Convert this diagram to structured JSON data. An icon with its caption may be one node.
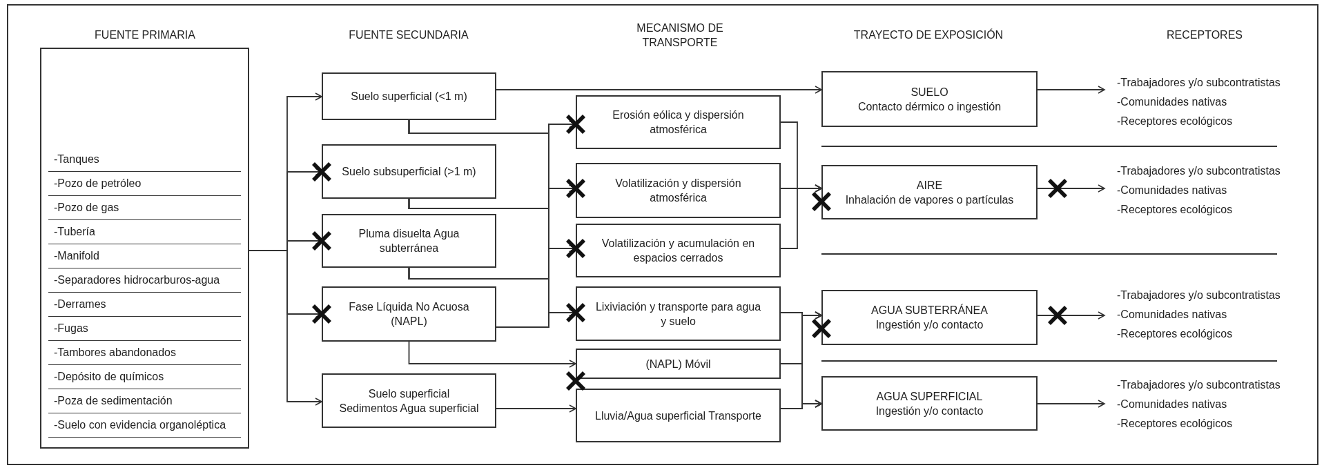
{
  "diagram": {
    "nodes": [
      {
        "text": [
          "-Tanques",
          "-Pozo de petróleo",
          "-Pozo de gas",
          "-Tubería",
          "-Manifold",
          "-Separadores hidrocarburos-agua",
          "-Derrames",
          "-Fugas",
          "-Tambores abandonados",
          "-Depósito de químicos",
          "-Poza de sedimentación",
          "-Suelo con evidencia organoléptica"
        ]
      },
      {
        "text": [
          "Suelo superficial (<1 m)"
        ]
      },
      {
        "text": [
          "Suelo subsuperficial (>1 m)"
        ]
      },
      {
        "text": [
          "Pluma disuelta Agua subterránea"
        ]
      },
      {
        "text": [
          "Fase Líquida No Acuosa (NAPL)"
        ]
      },
      {
        "text": [
          "Suelo superficial Sedimentos Agua superficial"
        ]
      },
      {
        "text": [
          "Erosión eólica y dispersión atmosférica"
        ]
      },
      {
        "text": [
          "Volatilización y dispersión atmosférica"
        ]
      },
      {
        "text": [
          "Volatilización y acumulación en espacios cerrados"
        ]
      },
      {
        "text": [
          "Lixiviación y transporte para agua y suelo"
        ]
      },
      {
        "text": [
          "(NAPL) Móvil"
        ]
      },
      {
        "text": [
          "Lluvia/Agua superficial Transporte"
        ]
      },
      {
        "text": [
          "SUELO",
          "Contacto dérmico o ingestión"
        ]
      },
      {
        "text": [
          "AIRE",
          "Inhalación de vapores o partículas"
        ]
      },
      {
        "text": [
          "AGUA SUBTERRÁNEA",
          "Ingestión y/o contacto"
        ]
      },
      {
        "text": [
          "AGUA SUPERFICIAL",
          "Ingestión y/o contacto"
        ]
      },
      {
        "text": [
          "-Trabajadores y/o subcontratistas",
          "-Comunidades nativas",
          "-Receptores ecológicos"
        ]
      },
      {
        "text": [
          "-Trabajadores y/o subcontratistas",
          "-Comunidades nativas",
          "-Receptores ecológicos"
        ]
      },
      {
        "text": [
          "-Trabajadores y/o subcontratistas",
          "-Comunidades nativas",
          "-Receptores ecológicos"
        ]
      },
      {
        "text": [
          "-Trabajadores y/o subcontratistas",
          "-Comunidades nativas",
          "-Receptores ecológicos"
        ]
      }
    ],
    "edges": [
      {
        "from": 0,
        "to": 1,
        "arrow": "to"
      },
      {
        "from": 0,
        "to": 2,
        "arrow": "to"
      },
      {
        "from": 0,
        "to": 3,
        "arrow": "to"
      },
      {
        "from": 0,
        "to": 4,
        "arrow": "to"
      },
      {
        "from": 0,
        "to": 5,
        "arrow": "to"
      },
      {
        "from": 1,
        "to": 12,
        "arrow": "to"
      },
      {
        "from": 1,
        "to": 6,
        "arrow": "to"
      },
      {
        "from": 1,
        "to": 7,
        "arrow": "to"
      },
      {
        "from": 1,
        "to": 8,
        "arrow": "to"
      },
      {
        "from": 1,
        "to": 9,
        "arrow": "to"
      },
      {
        "from": 2,
        "to": 6,
        "arrow": "to"
      },
      {
        "from": 2,
        "to": 7,
        "arrow": "to"
      },
      {
        "from": 2,
        "to": 8,
        "arrow": "to"
      },
      {
        "from": 2,
        "to": 9,
        "arrow": "to"
      },
      {
        "from": 3,
        "to": 6,
        "arrow": "to"
      },
      {
        "from": 3,
        "to": 7,
        "arrow": "to"
      },
      {
        "from": 3,
        "to": 8,
        "arrow": "to"
      },
      {
        "from": 3,
        "to": 9,
        "arrow": "to"
      },
      {
        "from": 4,
        "to": 6,
        "arrow": "to"
      },
      {
        "from": 4,
        "to": 7,
        "arrow": "to"
      },
      {
        "from": 4,
        "to": 8,
        "arrow": "to"
      },
      {
        "from": 4,
        "to": 9,
        "arrow": "to"
      },
      {
        "from": 4,
        "to": 10,
        "arrow": "to"
      },
      {
        "from": 5,
        "to": 11,
        "arrow": "to"
      },
      {
        "from": 6,
        "to": 13,
        "arrow": "to"
      },
      {
        "from": 7,
        "to": 13,
        "arrow": "to"
      },
      {
        "from": 8,
        "to": 13,
        "arrow": "to"
      },
      {
        "from": 9,
        "to": 14,
        "arrow": "to"
      },
      {
        "from": 9,
        "to": 15,
        "arrow": "to"
      },
      {
        "from": 10,
        "to": 14,
        "arrow": "to"
      },
      {
        "from": 10,
        "to": 15,
        "arrow": "to"
      },
      {
        "from": 11,
        "to": 14,
        "arrow": "to"
      },
      {
        "from": 11,
        "to": 15,
        "arrow": "to"
      },
      {
        "from": 12,
        "to": 16,
        "arrow": "to"
      },
      {
        "from": 13,
        "to": 17,
        "arrow": "to"
      },
      {
        "from": 14,
        "to": 18,
        "arrow": "to"
      },
      {
        "from": 15,
        "to": 19,
        "arrow": "to"
      }
    ],
    "labels": [
      "FUENTE PRIMARIA",
      "FUENTE SECUNDARIA",
      "MECANISMO DE TRANSPORTE",
      "TRAYECTO DE EXPOSICIÓN",
      "RECEPTORES"
    ]
  }
}
